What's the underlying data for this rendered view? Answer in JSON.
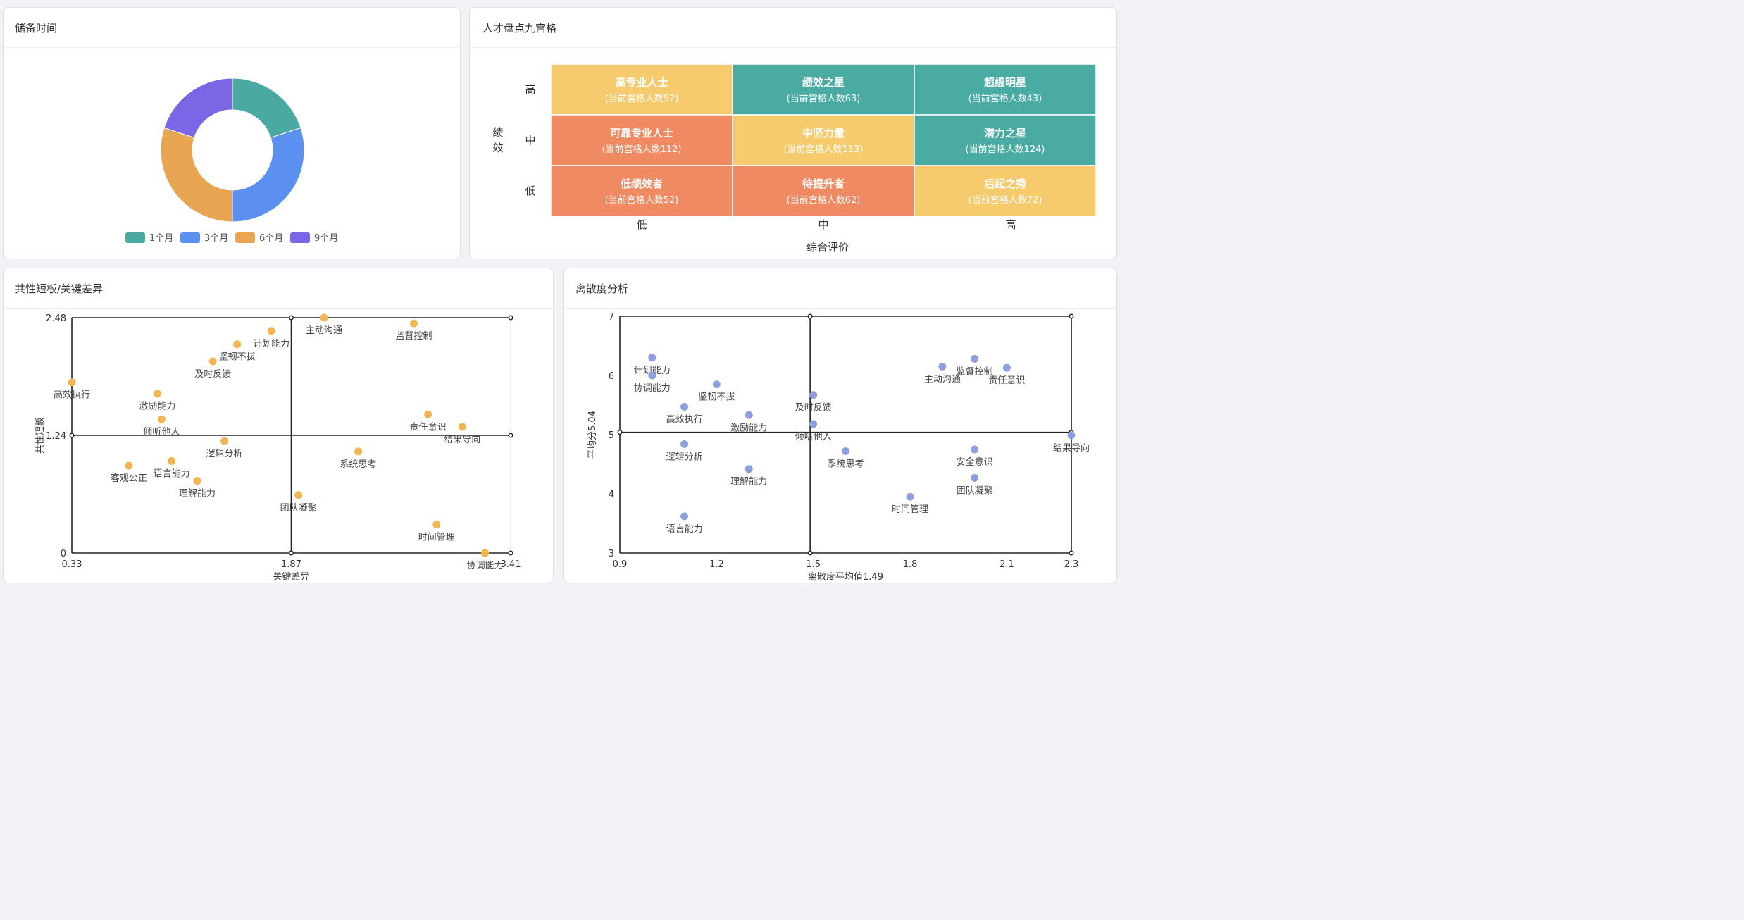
{
  "cards": {
    "reserve": {
      "title": "储备时间"
    },
    "nine_grid": {
      "title": "人才盘点九宫格"
    },
    "common": {
      "title": "共性短板/关键差异"
    },
    "dispersion": {
      "title": "离散度分析"
    }
  },
  "colors": {
    "month1": "#4aa9a0",
    "month3": "#5b8ff0",
    "month6": "#e8a653",
    "month9": "#7b67e6",
    "grid_yellow": "#f5cb6e",
    "grid_teal": "#4aaba2",
    "grid_orange": "#ef8a62",
    "scatter_orange": "#f1b553",
    "scatter_blue": "#8e9fdc"
  },
  "chart_data": [
    {
      "type": "pie",
      "donut": true,
      "categories": [
        "1个月",
        "3个月",
        "6个月",
        "9个月"
      ],
      "values": [
        20,
        30,
        30,
        20
      ],
      "legend": "bottom"
    },
    {
      "type": "table",
      "y_title": "绩效",
      "x_title": "综合评价",
      "y_levels": [
        "高",
        "中",
        "低"
      ],
      "x_levels": [
        "低",
        "中",
        "高"
      ],
      "cells": [
        [
          {
            "name": "高专业人士",
            "count": "(当前宫格人数52)",
            "tone": "yellow"
          },
          {
            "name": "绩效之星",
            "count": "(当前宫格人数63)",
            "tone": "teal"
          },
          {
            "name": "超级明星",
            "count": "(当前宫格人数43)",
            "tone": "teal"
          }
        ],
        [
          {
            "name": "可靠专业人士",
            "count": "(当前宫格人数112)",
            "tone": "orange"
          },
          {
            "name": "中坚力量",
            "count": "(当前宫格人数153)",
            "tone": "yellow"
          },
          {
            "name": "潜力之星",
            "count": "(当前宫格人数124)",
            "tone": "teal"
          }
        ],
        [
          {
            "name": "低绩效者",
            "count": "(当前宫格人数52)",
            "tone": "orange"
          },
          {
            "name": "待提升者",
            "count": "(当前宫格人数62)",
            "tone": "orange"
          },
          {
            "name": "后起之秀",
            "count": "(当前宫格人数72)",
            "tone": "yellow"
          }
        ]
      ]
    },
    {
      "type": "scatter",
      "xlabel": "关键差异",
      "ylabel": "共性短板",
      "xlim": [
        0.33,
        3.41
      ],
      "ylim": [
        0,
        2.48
      ],
      "xticks": [
        "0.33",
        "1.87",
        "3.41"
      ],
      "yticks": [
        "0",
        "1.24",
        "2.48"
      ],
      "x_divider": 1.87,
      "y_divider": 1.24,
      "points": [
        {
          "label": "主动沟通",
          "x": 2.1,
          "y": 2.48
        },
        {
          "label": "监督控制",
          "x": 2.73,
          "y": 2.42
        },
        {
          "label": "计划能力",
          "x": 1.73,
          "y": 2.34
        },
        {
          "label": "坚韧不拔",
          "x": 1.49,
          "y": 2.2
        },
        {
          "label": "及时反馈",
          "x": 1.32,
          "y": 2.02
        },
        {
          "label": "高效执行",
          "x": 0.33,
          "y": 1.8
        },
        {
          "label": "激励能力",
          "x": 0.93,
          "y": 1.68
        },
        {
          "label": "倾听他人",
          "x": 0.96,
          "y": 1.41
        },
        {
          "label": "责任意识",
          "x": 2.83,
          "y": 1.46
        },
        {
          "label": "结果导向",
          "x": 3.07,
          "y": 1.33
        },
        {
          "label": "逻辑分析",
          "x": 1.4,
          "y": 1.18
        },
        {
          "label": "系统思考",
          "x": 2.34,
          "y": 1.07
        },
        {
          "label": "语言能力",
          "x": 1.03,
          "y": 0.97
        },
        {
          "label": "客观公正",
          "x": 0.73,
          "y": 0.92
        },
        {
          "label": "理解能力",
          "x": 1.21,
          "y": 0.76
        },
        {
          "label": "团队凝聚",
          "x": 1.92,
          "y": 0.61
        },
        {
          "label": "时间管理",
          "x": 2.89,
          "y": 0.3
        },
        {
          "label": "协调能力",
          "x": 3.23,
          "y": 0
        }
      ]
    },
    {
      "type": "scatter",
      "xlabel": "离散度平均值1.49",
      "ylabel": "平均分5.04",
      "xlim": [
        0.9,
        2.3
      ],
      "ylim": [
        3,
        7
      ],
      "xticks": [
        "0.9",
        "1.2",
        "1.5",
        "1.8",
        "2.1",
        "2.3"
      ],
      "yticks": [
        "3",
        "4",
        "5",
        "6",
        "7"
      ],
      "x_divider": 1.49,
      "y_divider": 5.04,
      "points": [
        {
          "label": "计划能力",
          "x": 1.0,
          "y": 6.3
        },
        {
          "label": "协调能力",
          "x": 1.0,
          "y": 6.0
        },
        {
          "label": "坚韧不拔",
          "x": 1.2,
          "y": 5.85
        },
        {
          "label": "高效执行",
          "x": 1.1,
          "y": 5.47
        },
        {
          "label": "激励能力",
          "x": 1.3,
          "y": 5.33
        },
        {
          "label": "及时反馈",
          "x": 1.5,
          "y": 5.67
        },
        {
          "label": "倾听他人",
          "x": 1.5,
          "y": 5.18
        },
        {
          "label": "逻辑分析",
          "x": 1.1,
          "y": 4.84
        },
        {
          "label": "理解能力",
          "x": 1.3,
          "y": 4.42
        },
        {
          "label": "语言能力",
          "x": 1.1,
          "y": 3.62
        },
        {
          "label": "系统思考",
          "x": 1.6,
          "y": 4.72
        },
        {
          "label": "主动沟通",
          "x": 1.9,
          "y": 6.15
        },
        {
          "label": "监督控制",
          "x": 2.0,
          "y": 6.28
        },
        {
          "label": "责任意识",
          "x": 2.1,
          "y": 6.13
        },
        {
          "label": "结果导向",
          "x": 2.3,
          "y": 4.99
        },
        {
          "label": "安全意识",
          "x": 2.0,
          "y": 4.75
        },
        {
          "label": "团队凝聚",
          "x": 2.0,
          "y": 4.27
        },
        {
          "label": "时间管理",
          "x": 1.8,
          "y": 3.95
        }
      ]
    }
  ]
}
